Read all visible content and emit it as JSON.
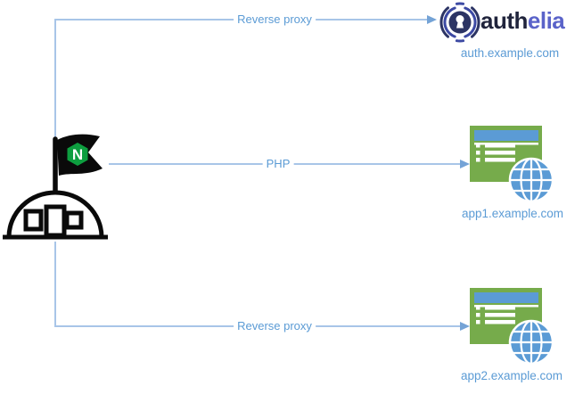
{
  "diagram": {
    "edges": [
      {
        "from": "nginx",
        "to": "authelia",
        "label": "Reverse proxy"
      },
      {
        "from": "nginx",
        "to": "app1",
        "label": "PHP"
      },
      {
        "from": "nginx",
        "to": "app2",
        "label": "Reverse proxy"
      }
    ],
    "nodes": {
      "nginx": {
        "icon": "nginx-flag-server-icon",
        "letter": "N"
      },
      "authelia": {
        "logo_text_dark": "auth",
        "logo_text_light": "elia",
        "domain": "auth.example.com"
      },
      "app1": {
        "icon": "web-app-icon",
        "domain": "app1.example.com"
      },
      "app2": {
        "icon": "web-app-icon",
        "domain": "app2.example.com"
      }
    },
    "colors": {
      "connector": "#a8c5e8",
      "arrowhead": "#74a3d6",
      "edge_label": "#5b9bd5",
      "domain_label": "#5b9bd5",
      "app_window_green": "#76ab4b",
      "app_titlebar_blue": "#5b9bd5",
      "globe_blue": "#5b9bd5",
      "nginx_hexagon_green": "#0d9e3f",
      "nginx_outline_black": "#0a0a0a",
      "authelia_navy": "#2c3464",
      "authelia_arc_blue": "#3c49a3",
      "authelia_text_dark": "#20243c",
      "authelia_text_light": "#5a63c9",
      "background": "#ffffff"
    }
  }
}
